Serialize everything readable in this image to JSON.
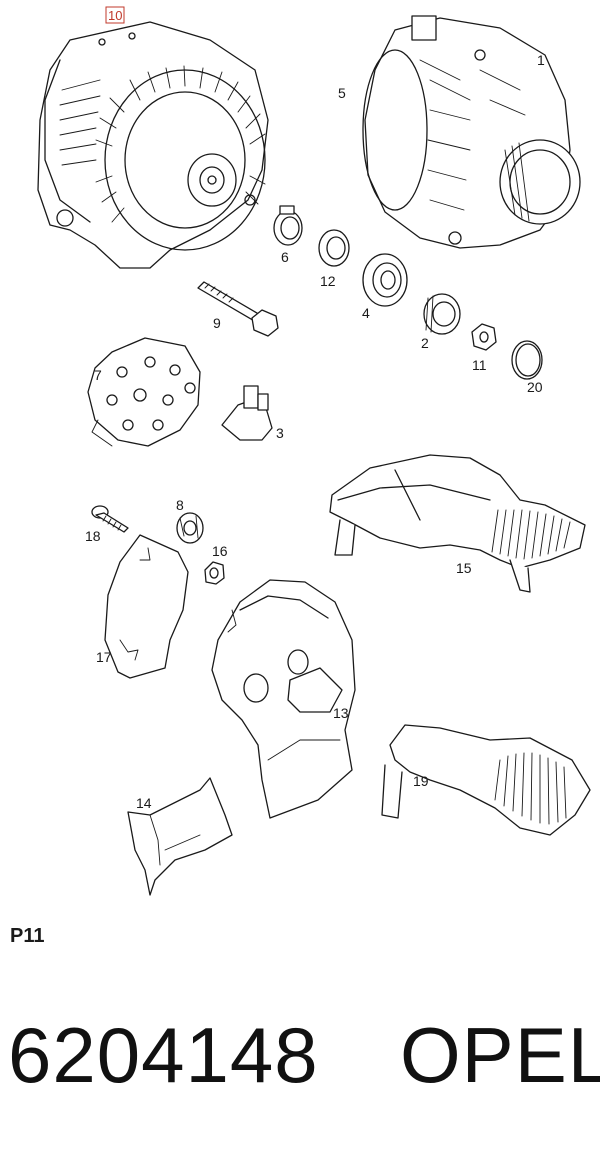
{
  "diagram": {
    "callouts": {
      "c1": "1",
      "c2": "2",
      "c3": "3",
      "c4": "4",
      "c5": "5",
      "c6": "6",
      "c7": "7",
      "c8": "8",
      "c9": "9",
      "c10": "10",
      "c11": "11",
      "c12": "12",
      "c13": "13",
      "c14": "14",
      "c15": "15",
      "c16": "16",
      "c17": "17",
      "c18": "18",
      "c19": "19",
      "c20": "20"
    }
  },
  "page_code": "P11",
  "part_number": "6204148",
  "brand": "OPEL"
}
